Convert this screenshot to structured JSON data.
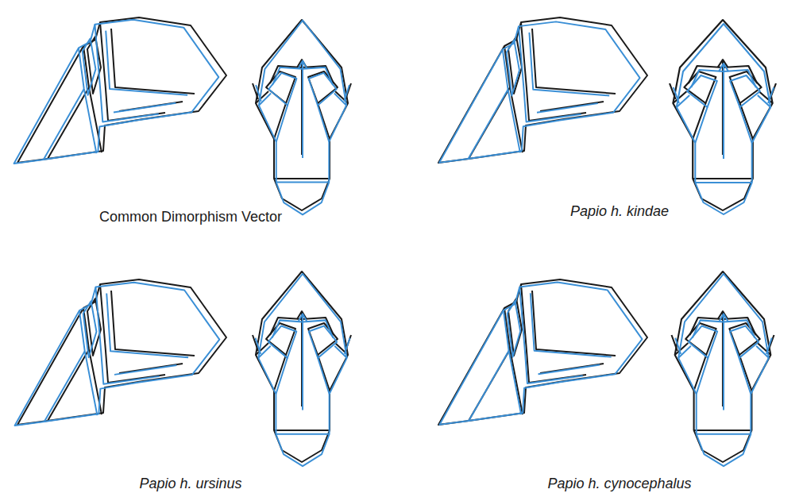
{
  "diagram": {
    "labels": [
      "Common Dimorphism Vector",
      "Papio h. kindae",
      "Papio h. ursinus",
      "Papio h. cynocephalus"
    ]
  }
}
